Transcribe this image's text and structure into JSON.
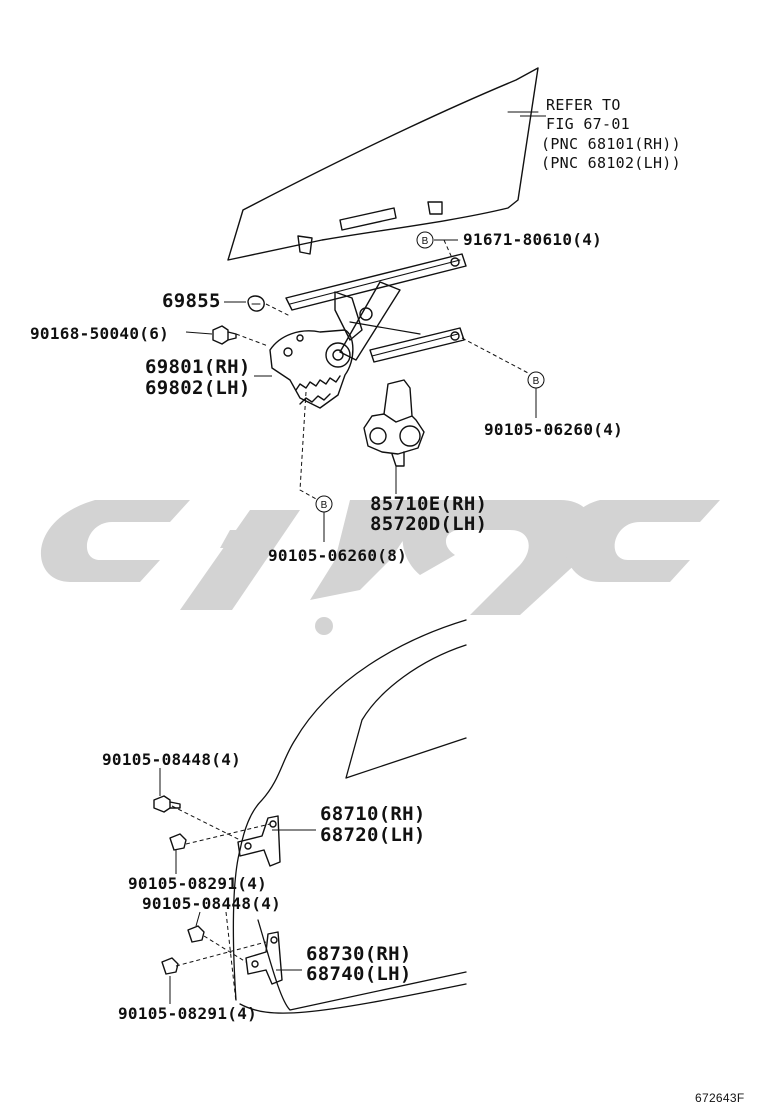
{
  "refer": {
    "line1": "REFER TO",
    "line2": "FIG 67-01",
    "line3": "(PNC 68101(RH))",
    "line4": "(PNC 68102(LH))"
  },
  "marker_letter": "B",
  "parts": {
    "p91671": "91671-80610(4)",
    "p69855": "69855",
    "p90168": "90168-50040(6)",
    "p69801": "69801(RH)",
    "p69802": "69802(LH)",
    "p90105_06260_4": "90105-06260(4)",
    "p85710": "85710E(RH)",
    "p85720": "85720D(LH)",
    "p90105_06260_8": "90105-06260(8)",
    "p90105_08448_a": "90105-08448(4)",
    "p68710": "68710(RH)",
    "p68720": "68720(LH)",
    "p90105_08291_a": "90105-08291(4)",
    "p90105_08448_b": "90105-08448(4)",
    "p68730": "68730(RH)",
    "p68740": "68740(LH)",
    "p90105_08291_b": "90105-08291(4)"
  },
  "figure_id": "672643F"
}
